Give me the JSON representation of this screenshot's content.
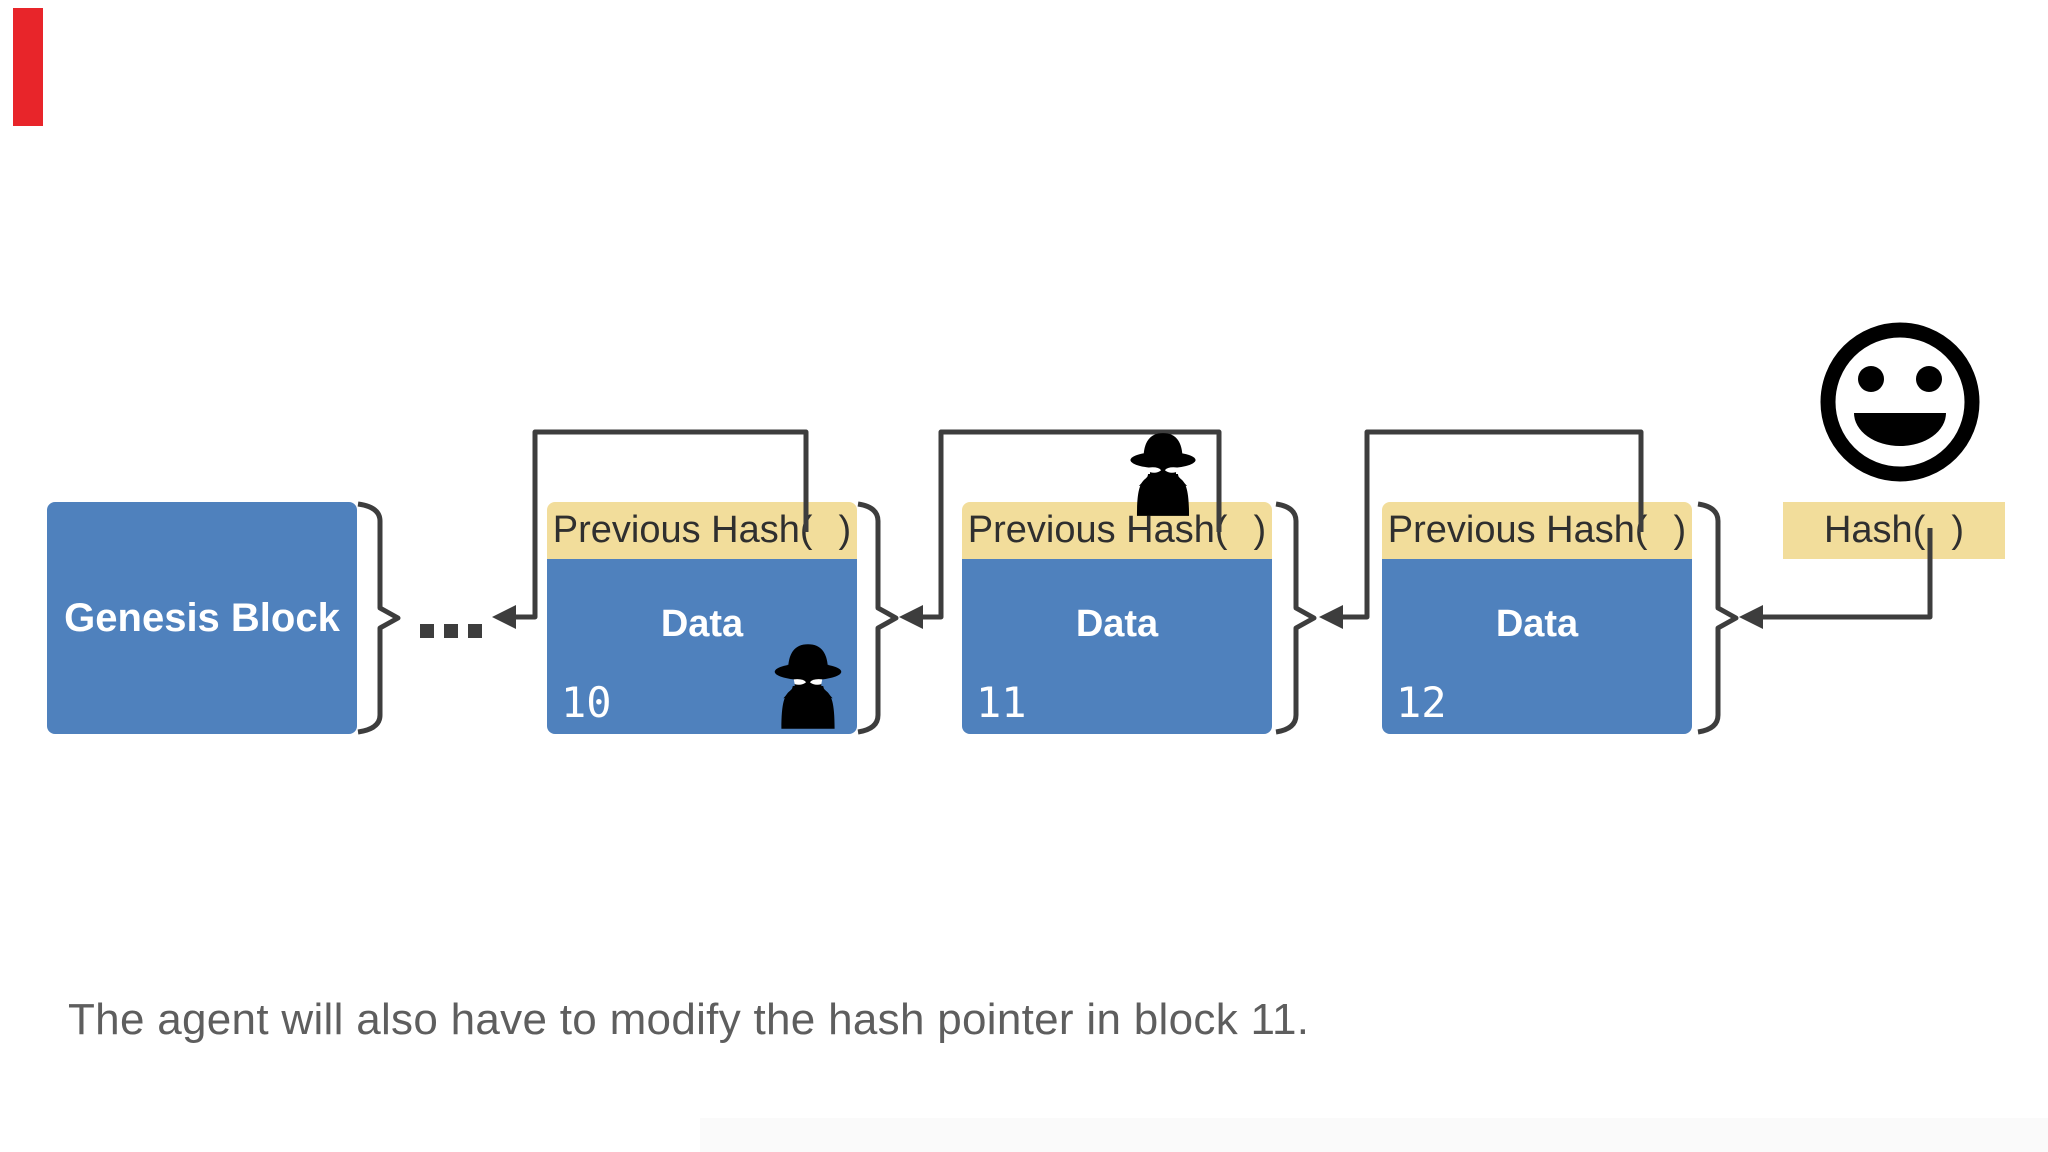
{
  "colors": {
    "page_white": "#ffffff",
    "block_blue": "#4f81bd",
    "header_yellow": "#f2dd9b",
    "line_gray": "#3d3d3d",
    "text_dark": "#2f2f2f",
    "caption_gray": "#5e5e5e",
    "marker_red": "#e8252a"
  },
  "genesis": {
    "label": "Genesis Block"
  },
  "blocks": [
    {
      "number": "10",
      "header_open": "Previous Hash(",
      "header_close": ")",
      "body": "Data",
      "spy": "spy-on-data"
    },
    {
      "number": "11",
      "header_open": "Previous Hash(",
      "header_close": ")",
      "body": "Data",
      "spy": "spy-above-header"
    },
    {
      "number": "12",
      "header_open": "Previous Hash(",
      "header_close": ")",
      "body": "Data",
      "spy": "none"
    }
  ],
  "hash_box": {
    "open": "Hash(",
    "close": ")"
  },
  "ellipsis": "...",
  "icons": {
    "spy": "spy-incognito-icon",
    "smiley": "smiley-face-icon"
  },
  "caption": "The agent will also have to modify the hash pointer in block 11."
}
